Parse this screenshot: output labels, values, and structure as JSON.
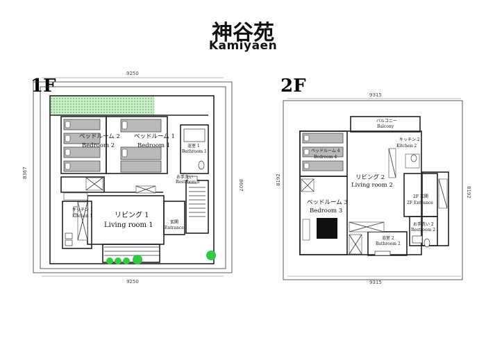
{
  "title": {
    "japanese": "神谷苑",
    "english": "Kamiyaen"
  },
  "floor1": {
    "label": "1F",
    "dims": {
      "top": "9250",
      "bottom": "9250",
      "left": "8367",
      "right": "8607"
    },
    "rooms": {
      "bedroom2": {
        "jp": "ベッドルーム 2",
        "en": "Bedroom 2"
      },
      "bedroom1": {
        "jp": "ベッドルーム 1",
        "en": "Bedroom 1"
      },
      "bathroom1": {
        "jp": "浴室 1",
        "en": "Bathroom 1"
      },
      "restroom1": {
        "jp": "お手洗い",
        "en": "Restroom 1"
      },
      "kitchen1": {
        "jp": "キッチン 1",
        "en": "Kitchen 1"
      },
      "living1": {
        "jp": "リビング 1",
        "en": "Living room 1"
      },
      "entrance": {
        "jp": "玄関",
        "en": "Entrance"
      }
    }
  },
  "floor2": {
    "label": "2F",
    "dims": {
      "top": "9315",
      "bottom": "9315",
      "left": "8192",
      "right": "8192"
    },
    "rooms": {
      "balcony": {
        "jp": "バルコニー",
        "en": "Balcony"
      },
      "kitchen2": {
        "jp": "キッチン 2",
        "en": "Kitchen 2"
      },
      "bedroom4": {
        "jp": "ベッドルーム 4",
        "en": "Bedroom 4"
      },
      "living2": {
        "jp": "リビング 2",
        "en": "Living room 2"
      },
      "entrance2": {
        "jp": "2F 玄関",
        "en": "2F Entrance"
      },
      "bedroom3": {
        "jp": "ベッドルーム 3",
        "en": "Bedroom 3"
      },
      "restroom2": {
        "jp": "お手洗い 2",
        "en": "Restroom 2"
      },
      "bathroom2": {
        "jp": "浴室 2",
        "en": "Bathroom 2"
      }
    }
  },
  "colors": {
    "bed": "#b9b9b9",
    "garden": "#2ecc40",
    "lawn": "#b5e4b5"
  }
}
